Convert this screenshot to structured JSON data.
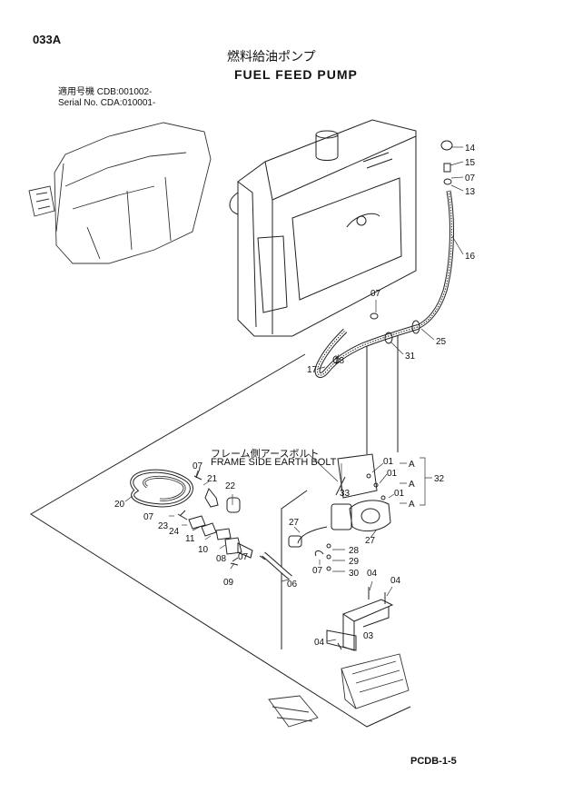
{
  "header": {
    "page_code": "033A",
    "title_jp": "燃料給油ポンプ",
    "title_en": "FUEL FEED PUMP",
    "serial_row1_label": "適用号機",
    "serial_row1_value": "CDB:001002-",
    "serial_row2_label": "Serial No.",
    "serial_row2_value": "CDA:010001-"
  },
  "annotations": {
    "frame_earth_jp": "フレーム側アースボルト",
    "frame_earth_en": "FRAME SIDE EARTH BOLT"
  },
  "callouts": {
    "p14": "14",
    "p15": "15",
    "p07a": "07",
    "p13": "13",
    "p16": "16",
    "p07b": "07",
    "p25": "25",
    "p31": "31",
    "p18": "18",
    "p17": "17",
    "p01a": "01",
    "p01b": "01",
    "p01c": "01",
    "pA1": "A",
    "pA2": "A",
    "pA3": "A",
    "p32": "32",
    "p33": "33",
    "p27a": "27",
    "p27b": "27",
    "p28": "28",
    "p29": "29",
    "p07c": "07",
    "p30": "30",
    "p04a": "04",
    "p04b": "04",
    "p04c": "04",
    "p03": "03",
    "p06": "06",
    "p07d": "07",
    "p08": "08",
    "p09": "09",
    "p10": "10",
    "p11": "11",
    "p24": "24",
    "p23": "23",
    "p07e": "07",
    "p20": "20",
    "p07f": "07",
    "p21": "21",
    "p22": "22"
  },
  "footer": {
    "ref": "PCDB-1-5"
  }
}
